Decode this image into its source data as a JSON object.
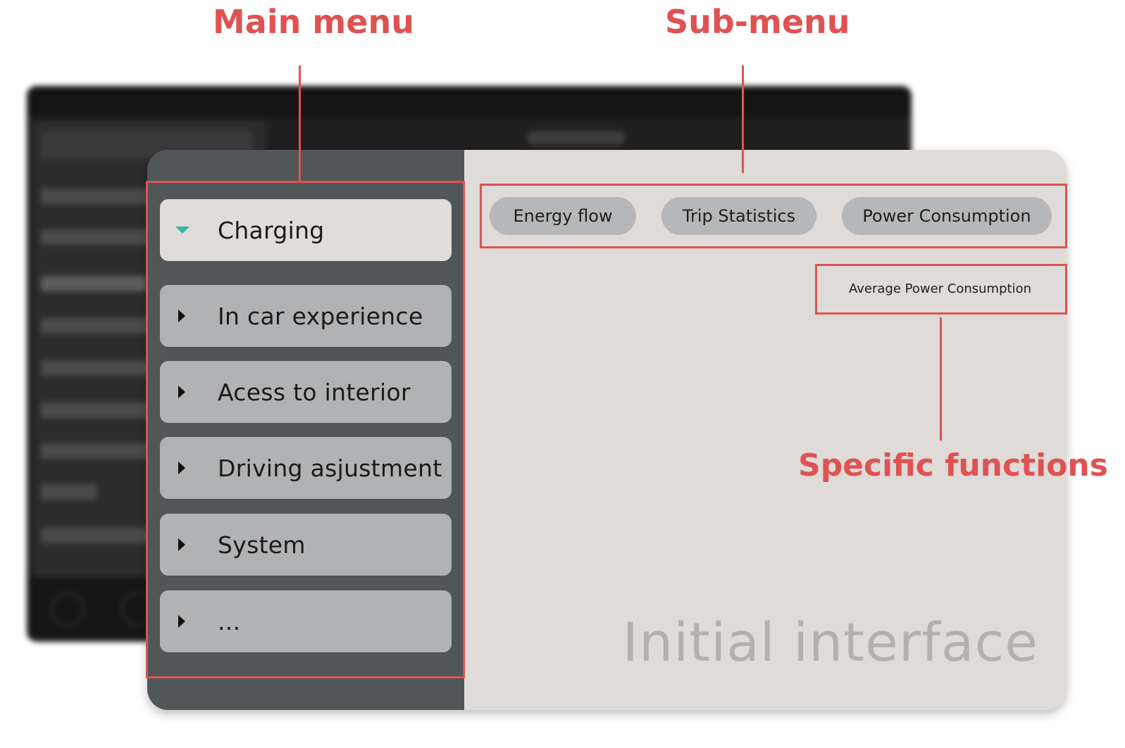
{
  "annotations": {
    "main_menu": "Main menu",
    "sub_menu": "Sub-menu",
    "specific_functions": "Specific functions"
  },
  "colors": {
    "annotation_red": "#e05252",
    "menu_panel": "#515659",
    "content_bg": "#dedbd8",
    "menu_item": "#b1b2b4",
    "active_indicator": "#3ab3a2"
  },
  "main_menu": {
    "items": [
      {
        "label": "Charging",
        "state": "expanded",
        "icon": "triangle-down-icon"
      },
      {
        "label": "In car experience",
        "state": "collapsed",
        "icon": "triangle-right-icon"
      },
      {
        "label": "Acess to interior",
        "state": "collapsed",
        "icon": "triangle-right-icon"
      },
      {
        "label": "Driving asjustment",
        "state": "collapsed",
        "icon": "triangle-right-icon"
      },
      {
        "label": "System",
        "state": "collapsed",
        "icon": "triangle-right-icon"
      },
      {
        "label": "...",
        "state": "collapsed",
        "icon": "triangle-right-icon"
      }
    ]
  },
  "sub_menu": {
    "tabs": [
      {
        "label": "Energy flow"
      },
      {
        "label": "Trip Statistics"
      },
      {
        "label": "Power Consumption"
      }
    ]
  },
  "specific_function": {
    "label": "Average Power Consumption"
  },
  "watermark": "Initial interface"
}
